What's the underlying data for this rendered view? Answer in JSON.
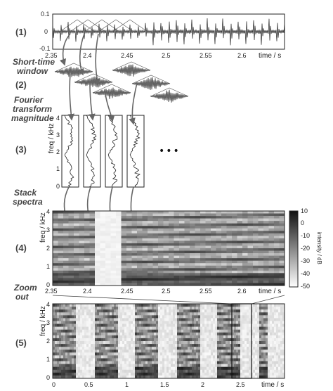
{
  "steps": [
    "(1)",
    "(2)",
    "(3)",
    "(4)",
    "(5)"
  ],
  "captions": {
    "window": [
      "Short-time",
      "window"
    ],
    "fourier": [
      "Fourier",
      "transform",
      "magnitude"
    ],
    "stack": [
      "Stack",
      "spectra"
    ],
    "zoom": [
      "Zoom",
      "out"
    ]
  },
  "panel1": {
    "x_ticks": [
      "2.35",
      "2.4",
      "2.45",
      "2.5",
      "2.55",
      "2.6"
    ],
    "y_ticks": [
      "0.1",
      "0",
      "-0.1"
    ],
    "xlabel": "time / s"
  },
  "panel3": {
    "ylabel": "freq / kHz",
    "y_ticks": [
      "4",
      "3",
      "2",
      "1",
      "0"
    ],
    "ellipsis": "•••"
  },
  "panel4": {
    "ylabel": "freq / kHz",
    "y_ticks": [
      "4",
      "3",
      "2",
      "1",
      "0"
    ],
    "x_ticks": [
      "2.35",
      "2.4",
      "2.45",
      "2.5",
      "2.55",
      "2.6"
    ],
    "xlabel": "time / s",
    "colorbar_ticks": [
      "10",
      "0",
      "-10",
      "-20",
      "-30",
      "-40",
      "-50"
    ],
    "colorbar_label": "intensity / dB"
  },
  "panel5": {
    "ylabel": "freq / kHz",
    "y_ticks": [
      "4",
      "3",
      "2",
      "1",
      "0"
    ],
    "x_ticks": [
      "0",
      "0.5",
      "1",
      "1.5",
      "2",
      "2.5"
    ],
    "xlabel": "time / s"
  }
}
